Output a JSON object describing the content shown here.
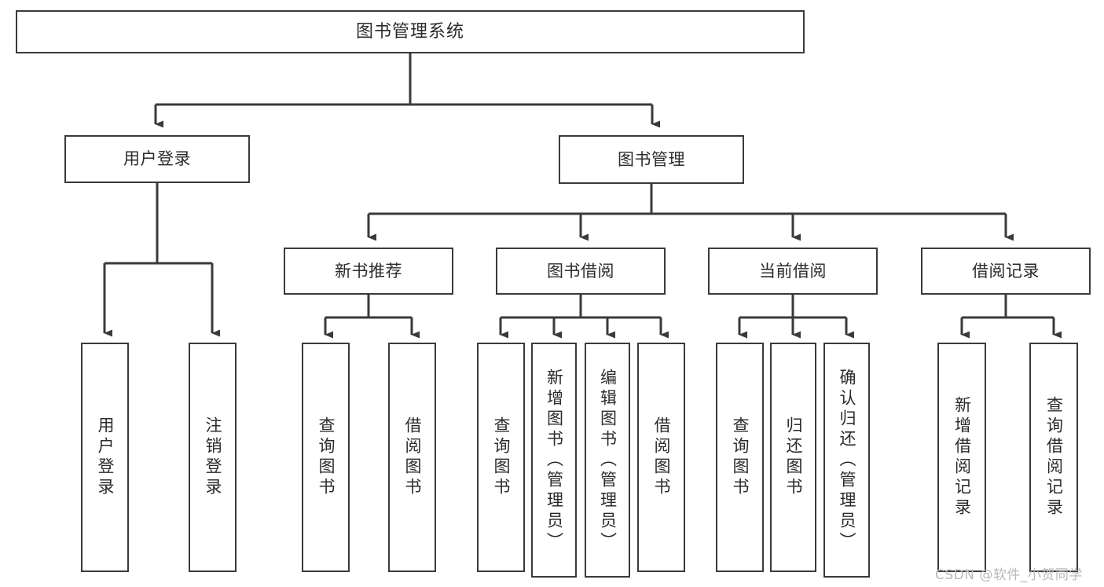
{
  "diagram": {
    "type": "tree",
    "title": "图书管理系统",
    "root": {
      "label": "图书管理系统"
    },
    "level2": [
      {
        "label": "用户登录"
      },
      {
        "label": "图书管理"
      }
    ],
    "level3": [
      {
        "label": "新书推荐"
      },
      {
        "label": "图书借阅"
      },
      {
        "label": "当前借阅"
      },
      {
        "label": "借阅记录"
      }
    ],
    "leaves": {
      "user_login": [
        {
          "label": "用户登录"
        },
        {
          "label": "注销登录"
        }
      ],
      "new_book_recommend": [
        {
          "label": "查询图书"
        },
        {
          "label": "借阅图书"
        }
      ],
      "book_borrow": [
        {
          "label": "查询图书"
        },
        {
          "label": "新增图书（管理员）"
        },
        {
          "label": "编辑图书（管理员）"
        },
        {
          "label": "借阅图书"
        }
      ],
      "current_borrow": [
        {
          "label": "查询图书"
        },
        {
          "label": "归还图书"
        },
        {
          "label": "确认归还（管理员）"
        }
      ],
      "borrow_record": [
        {
          "label": "新增借阅记录"
        },
        {
          "label": "查询借阅记录"
        }
      ]
    }
  },
  "watermark": {
    "text": "CSDN @软件_小贺同学"
  },
  "colors": {
    "border": "#3a3a3a",
    "text": "#2b2b2b",
    "background": "#ffffff",
    "watermark": "#b9b9b9"
  }
}
